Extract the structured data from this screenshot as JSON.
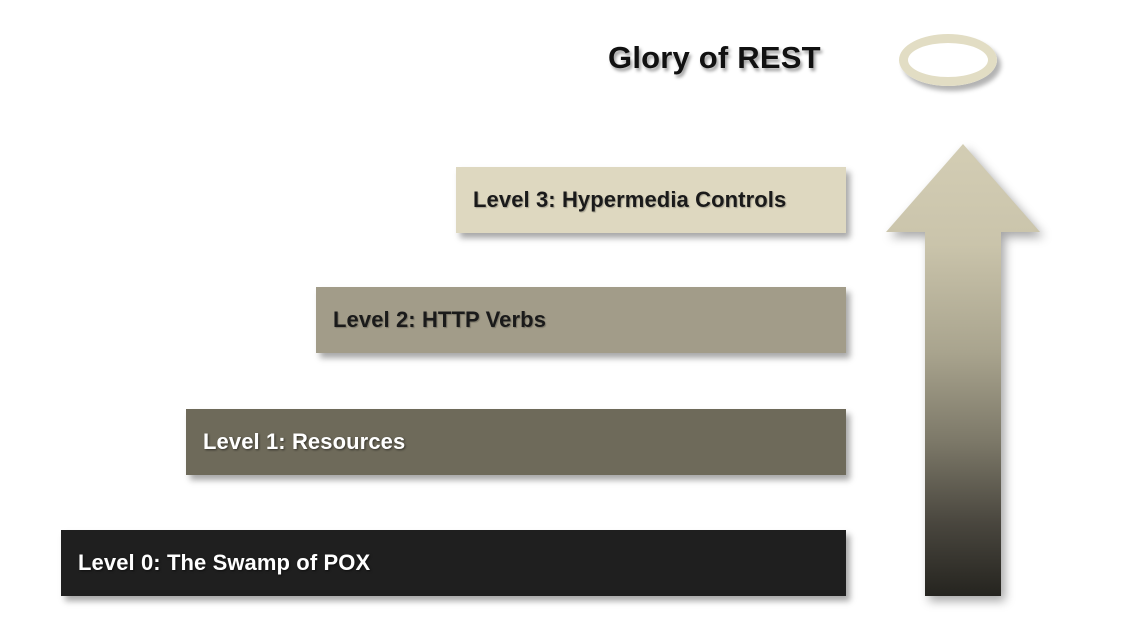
{
  "diagram": {
    "title": "Glory of REST",
    "accent_light": "#ded8c0",
    "accent_mid": "#a29c89",
    "accent_dark": "#6e6a5a",
    "accent_black": "#1f1f1f",
    "halo_color": "#e2ddc4",
    "background": "#ffffff",
    "halo_icon": "halo-ring-icon",
    "arrow_icon": "up-arrow-icon"
  },
  "levels": [
    {
      "id": "level3",
      "label": "Level 3: Hypermedia Controls",
      "color": "#ded8c0",
      "text_color": "#1a1a1a"
    },
    {
      "id": "level2",
      "label": "Level 2: HTTP Verbs",
      "color": "#a29c89",
      "text_color": "#1a1a1a"
    },
    {
      "id": "level1",
      "label": "Level 1: Resources",
      "color": "#6e6a5a",
      "text_color": "#ffffff"
    },
    {
      "id": "level0",
      "label": "Level 0: The Swamp of POX",
      "color": "#1f1f1f",
      "text_color": "#ffffff"
    }
  ],
  "chart_data": {
    "type": "bar",
    "title": "Glory of REST",
    "xlabel": "",
    "ylabel": "",
    "categories": [
      "Level 0: The Swamp of POX",
      "Level 1: Resources",
      "Level 2: HTTP Verbs",
      "Level 3: Hypermedia Controls"
    ],
    "values": [
      785,
      660,
      530,
      390
    ],
    "annotations": [
      "Glory of REST"
    ],
    "legend": []
  }
}
